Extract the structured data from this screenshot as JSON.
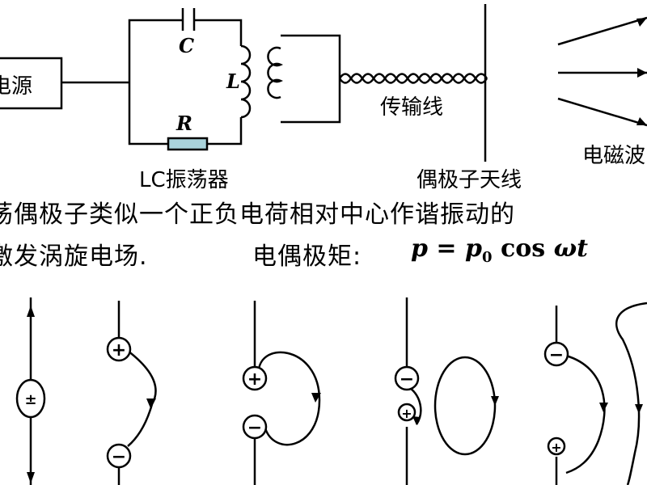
{
  "top_diagram": {
    "source_label": "电源",
    "capacitor_label": "C",
    "inductor_label": "L",
    "resistor_label": "R",
    "oscillator_caption": "LC振荡器",
    "transmission_caption": "传输线",
    "antenna_caption": "偶极子天线",
    "wave_caption": "电磁波"
  },
  "text": {
    "line1": "荡偶极子类似一个正负电荷相对中心作谐振动的",
    "line2": "激发涡旋电场.",
    "moment_label": "电偶极矩:",
    "formula": {
      "p": "p",
      "eq": " = ",
      "p0": "p",
      "sub": "0",
      "cos": " cos ",
      "omega_t": "ωt"
    }
  },
  "dipole_stages": {
    "center_symbol": "±",
    "plus_symbol": "+",
    "minus_symbol": "−"
  },
  "colors": {
    "ink": "#000000",
    "resistor_fill": "#a9d3db"
  }
}
